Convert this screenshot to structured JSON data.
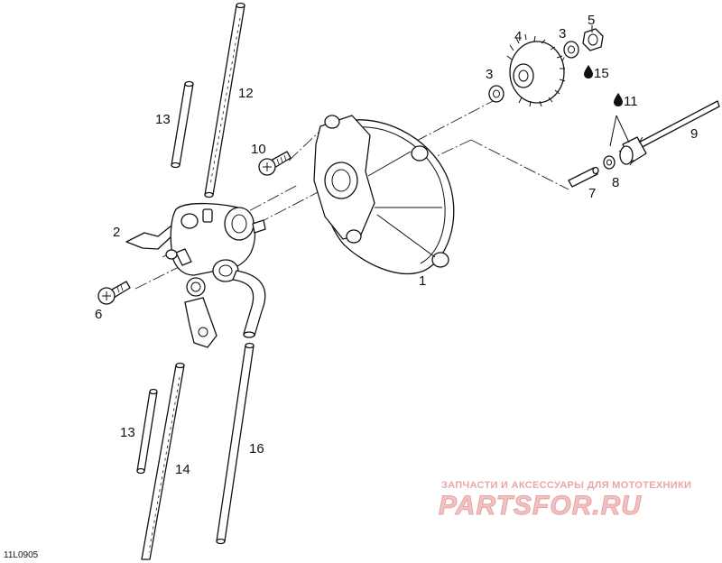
{
  "drawing_code": "11L0905",
  "callouts": [
    {
      "id": "c1",
      "text": "1"
    },
    {
      "id": "c2",
      "text": "2"
    },
    {
      "id": "c3a",
      "text": "3"
    },
    {
      "id": "c3b",
      "text": "3"
    },
    {
      "id": "c4",
      "text": "4"
    },
    {
      "id": "c5",
      "text": "5"
    },
    {
      "id": "c6",
      "text": "6"
    },
    {
      "id": "c7",
      "text": "7"
    },
    {
      "id": "c8",
      "text": "8"
    },
    {
      "id": "c9",
      "text": "9"
    },
    {
      "id": "c10",
      "text": "10"
    },
    {
      "id": "c11",
      "text": "11"
    },
    {
      "id": "c12",
      "text": "12"
    },
    {
      "id": "c13a",
      "text": "13"
    },
    {
      "id": "c13b",
      "text": "13"
    },
    {
      "id": "c14",
      "text": "14"
    },
    {
      "id": "c15",
      "text": "15"
    },
    {
      "id": "c16",
      "text": "16"
    }
  ],
  "watermark": {
    "tagline": "ЗАПЧАСТИ И АКСЕССУАРЫ ДЛЯ МОТОТЕХНИКИ",
    "brand": "PARTSFOR.RU",
    "color": "#e9a7a7"
  },
  "icons": [
    "oil-drop-icon"
  ]
}
